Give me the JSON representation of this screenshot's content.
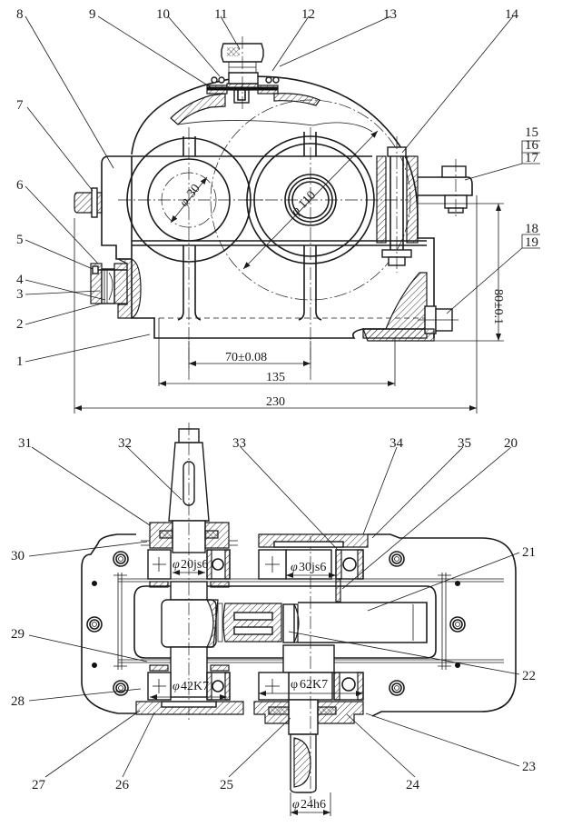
{
  "drawing": {
    "type": "gear reducer assembly drawing",
    "views": [
      "front-section-view",
      "top-section-view"
    ]
  },
  "part_labels": {
    "p1": "1",
    "p2": "2",
    "p3": "3",
    "p4": "4",
    "p5": "5",
    "p6": "6",
    "p7": "7",
    "p8": "8",
    "p9": "9",
    "p10": "10",
    "p11": "11",
    "p12": "12",
    "p13": "13",
    "p14": "14",
    "p15": "15",
    "p16": "16",
    "p17": "17",
    "p18": "18",
    "p19": "19",
    "p20": "20",
    "p21": "21",
    "p22": "22",
    "p23": "23",
    "p24": "24",
    "p25": "25",
    "p26": "26",
    "p27": "27",
    "p28": "28",
    "p29": "29",
    "p30": "30",
    "p31": "31",
    "p32": "32",
    "p33": "33",
    "p34": "34",
    "p35": "35"
  },
  "dimensions": {
    "phi30_prefix": "φ",
    "phi30": "30",
    "phi110_prefix": "φ",
    "phi110": "110",
    "center_distance": "70±0.08",
    "width_135": "135",
    "overall_230": "230",
    "height_80": "80±0.1",
    "phi20js6_prefix": "φ",
    "phi20js6": "20js6",
    "phi30js6_prefix": "φ",
    "phi30js6": "30js6",
    "phi42K7_prefix": "φ",
    "phi42K7": "42K7",
    "phi62K7_prefix": "φ",
    "phi62K7": "62K7",
    "phi24h6_prefix": "φ",
    "phi24h6": "24h6"
  }
}
